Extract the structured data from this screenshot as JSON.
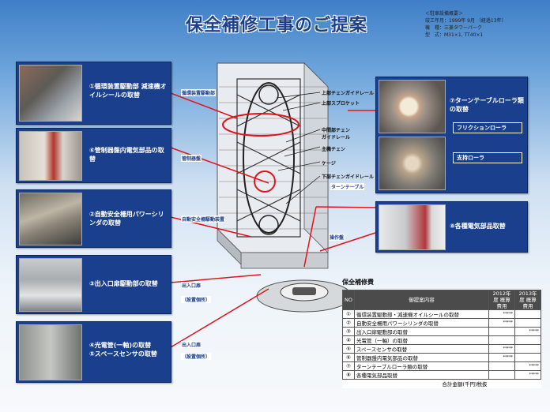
{
  "title": "保全補修工事のご提案",
  "info": {
    "line1": "＜駐車設備概要＞",
    "line2": "竣工年月：1999年 9月 （経過13年）",
    "line3": "機　種：三菱タワーパーク",
    "line4": "型　式：M31×1, TT40×1"
  },
  "cards": [
    {
      "no": "①",
      "text": "循環装置駆動部 減速機オイルシールの取替"
    },
    {
      "no": "⑥",
      "text": "管制器盤内電気部品の取替"
    },
    {
      "no": "②",
      "text": "自動安全柵用パワーシリンダの取替"
    },
    {
      "no": "③",
      "text": "出入口扉駆動部の取替"
    },
    {
      "no": "④",
      "text": "光電管(一軸)の取替"
    },
    {
      "no": "⑤",
      "text": "スペースセンサの取替"
    },
    {
      "no": "⑦",
      "text": "ターンテーブルローラ類の取替"
    },
    {
      "no": "⑧",
      "text": "各種電気部品取替"
    }
  ],
  "sublabels": {
    "friction": "フリクションローラ",
    "support": "支持ローラ"
  },
  "diagram_tags": {
    "junkan": "循環装置駆動部",
    "kanseiki": "管制器盤",
    "anzen": "自動安全柵駆動装置",
    "deiriguchi1": "出入口扉",
    "setchi1": "（設置個所）",
    "deiriguchi2": "出入口扉",
    "setchi2": "（設置個所）",
    "sousa": "操作盤",
    "turntable": "ターンテーブル"
  },
  "diagram_labels": {
    "upper_chain_guide": "上部チェンガイドレール",
    "upper_sprocket": "上部スプロケット",
    "mid_chain": "中間部チェン",
    "mid_chain2": "ガイドレール",
    "main_chain": "主機チェン",
    "cage": "ケージ",
    "lower_chain_guide": "下部チェンガイドレール"
  },
  "table": {
    "title": "保全補修費",
    "headers": [
      "NO",
      "御提案内容",
      "2012年度 概算費用",
      "2013年度 概算費用"
    ],
    "rows": [
      {
        "no": "①",
        "item": "循環装置駆動部・減速機オイルシールの取替",
        "y2012": "*****",
        "y2013": ""
      },
      {
        "no": "②",
        "item": "自動安全柵用パワーシリンダの取替",
        "y2012": "*****",
        "y2013": ""
      },
      {
        "no": "③",
        "item": "出入口扉駆動部の取替",
        "y2012": "",
        "y2013": "*****"
      },
      {
        "no": "④",
        "item": "光電管（一軸）の取替",
        "y2012": "",
        "y2013": ""
      },
      {
        "no": "⑤",
        "item": "スペースセンサの取替",
        "y2012": "*****",
        "y2013": ""
      },
      {
        "no": "⑥",
        "item": "管制器盤内電気部品の取替",
        "y2012": "*****",
        "y2013": ""
      },
      {
        "no": "⑦",
        "item": "ターンテーブルローラ類の取替",
        "y2012": "",
        "y2013": "*****"
      },
      {
        "no": "⑧",
        "item": "各種電気部品取替",
        "y2012": "",
        "y2013": "*****"
      }
    ],
    "total_label": "合計金額(千円)税抜"
  },
  "colors": {
    "card": "#1a3f8c",
    "leader": "#e0141e",
    "title": "#1c3f8a"
  }
}
